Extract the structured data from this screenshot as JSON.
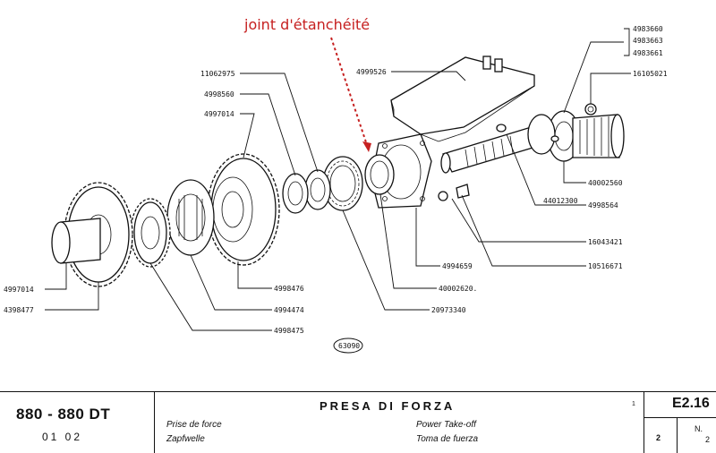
{
  "annotation": "joint d'étanchéité",
  "drawing_number": "63090",
  "part_numbers": {
    "p4983660": "4983660",
    "p4983663": "4983663",
    "p4983661": "4983661",
    "p16105021": "16105021",
    "p4999526": "4999526",
    "p11062975": "11062975",
    "p4998560": "4998560",
    "p4997014_top": "4997014",
    "p40002560": "40002560",
    "p44012300": "44012300",
    "p4998564": "4998564",
    "p16043421": "16043421",
    "p10516671": "10516671",
    "p4994659": "4994659",
    "p40002620": "40002620.",
    "p20973340": "20973340",
    "p4998476": "4998476",
    "p4994474": "4994474",
    "p4998475": "4998475",
    "p4997014_left": "4997014",
    "p4398477": "4398477"
  },
  "title_block": {
    "model": "880 - 880 DT",
    "years": "01 02",
    "title": "PRESA DI FORZA",
    "fr": "Prise de force",
    "de": "Zapfwelle",
    "en": "Power Take-off",
    "es": "Toma de fuerza",
    "mark1": "1",
    "sheet": "E2.16",
    "page": "2",
    "n_label": "N.",
    "n_value": "2"
  }
}
